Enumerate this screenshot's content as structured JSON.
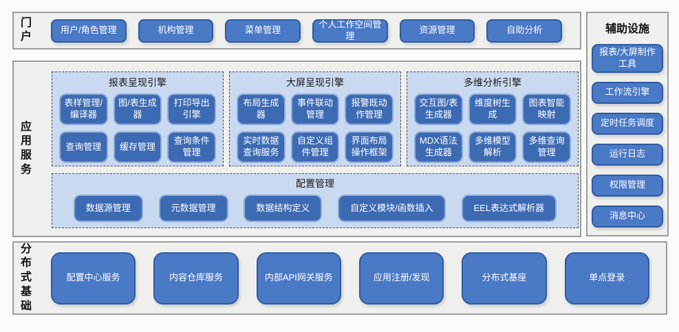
{
  "portal": {
    "label": "门户",
    "items": [
      "用户/角色管理",
      "机构管理",
      "菜单管理",
      "个人工作空间管理",
      "资源管理",
      "自助分析"
    ]
  },
  "app_services": {
    "label": "应用服务",
    "groups": [
      {
        "title": "报表呈现引擎",
        "items": [
          "表样管理/编译器",
          "图/表生成器",
          "打印导出引擎",
          "查询管理",
          "缓存管理",
          "查询条件管理"
        ]
      },
      {
        "title": "大屏呈现引擎",
        "items": [
          "布局生成器",
          "事件联动管理",
          "报警既动作管理",
          "实时数据查询服务",
          "自定义组件管理",
          "界面布局操作框架"
        ]
      },
      {
        "title": "多维分析引擎",
        "items": [
          "交互图/表生成器",
          "维度树生成",
          "图表智能映射",
          "MDX语法生成器",
          "多维模型解析",
          "多维查询管理"
        ]
      }
    ],
    "config": {
      "title": "配置管理",
      "items": [
        "数据源管理",
        "元数据管理",
        "数据结构定义",
        "自定义模块/函数插入",
        "EEL表达式解析器"
      ]
    }
  },
  "aux": {
    "title": "辅助设施",
    "items": [
      "报表/大屏制作工具",
      "工作流引擎",
      "定时任务调度",
      "运行日志",
      "权限管理",
      "消息中心"
    ]
  },
  "distributed": {
    "label": "分布式基础",
    "items": [
      "配置中心服务",
      "内容仓库服务",
      "内部API网关服务",
      "应用注册/发现",
      "分布式基座",
      "单点登录"
    ]
  },
  "colors": {
    "button_fill": "#4a79c5",
    "button_border": "#2e5aa0",
    "inner_button_fill": "#3d6bb3",
    "inner_button_border": "#8fabdb",
    "group_bg": "#c9d9f0",
    "panel_bg": "#efefee",
    "panel_border": "#9c9c9c"
  }
}
